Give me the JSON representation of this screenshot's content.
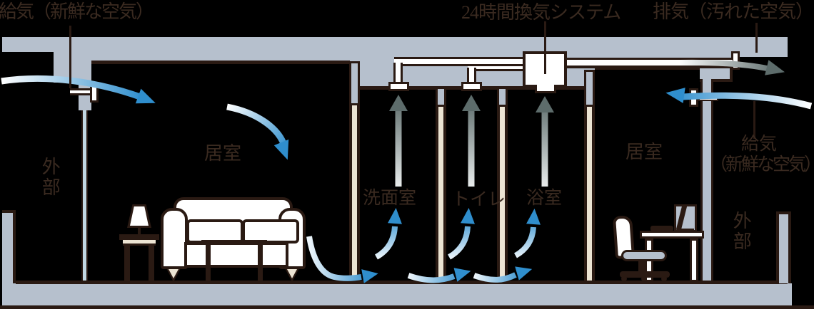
{
  "labels": {
    "supply_left": "給気（新鮮な空気）",
    "system": "24時間換気システム",
    "exhaust": "排気（汚れた空気）",
    "supply_right_line1": "給気",
    "supply_right_line2": "（新鮮な空気）"
  },
  "rooms": {
    "outside_left": "外部",
    "living_left": "居室",
    "washroom": "洗面室",
    "toilet": "トイレ",
    "bathroom": "浴室",
    "living_right": "居室",
    "outside_right": "外部"
  },
  "flows": {
    "supply_left": "fresh air enters through left wall vent",
    "living_circulation": "air circulates through living room",
    "under_door_transfer": "air passes under partition walls to washroom, toilet, bathroom",
    "extract_vents": "air extracted upward through ceiling vents",
    "exhaust_right": "dirty air exhausted through right roof-side vent"
  },
  "colors": {
    "background": "#000000",
    "wall_fill": "#b6c0cd",
    "outline": "#2a1a13",
    "wall_core": "#ece4d3",
    "text": "#3a2a20",
    "supply_blue": "#2f8ecd",
    "exhaust_gray": "#5d6c6b"
  }
}
